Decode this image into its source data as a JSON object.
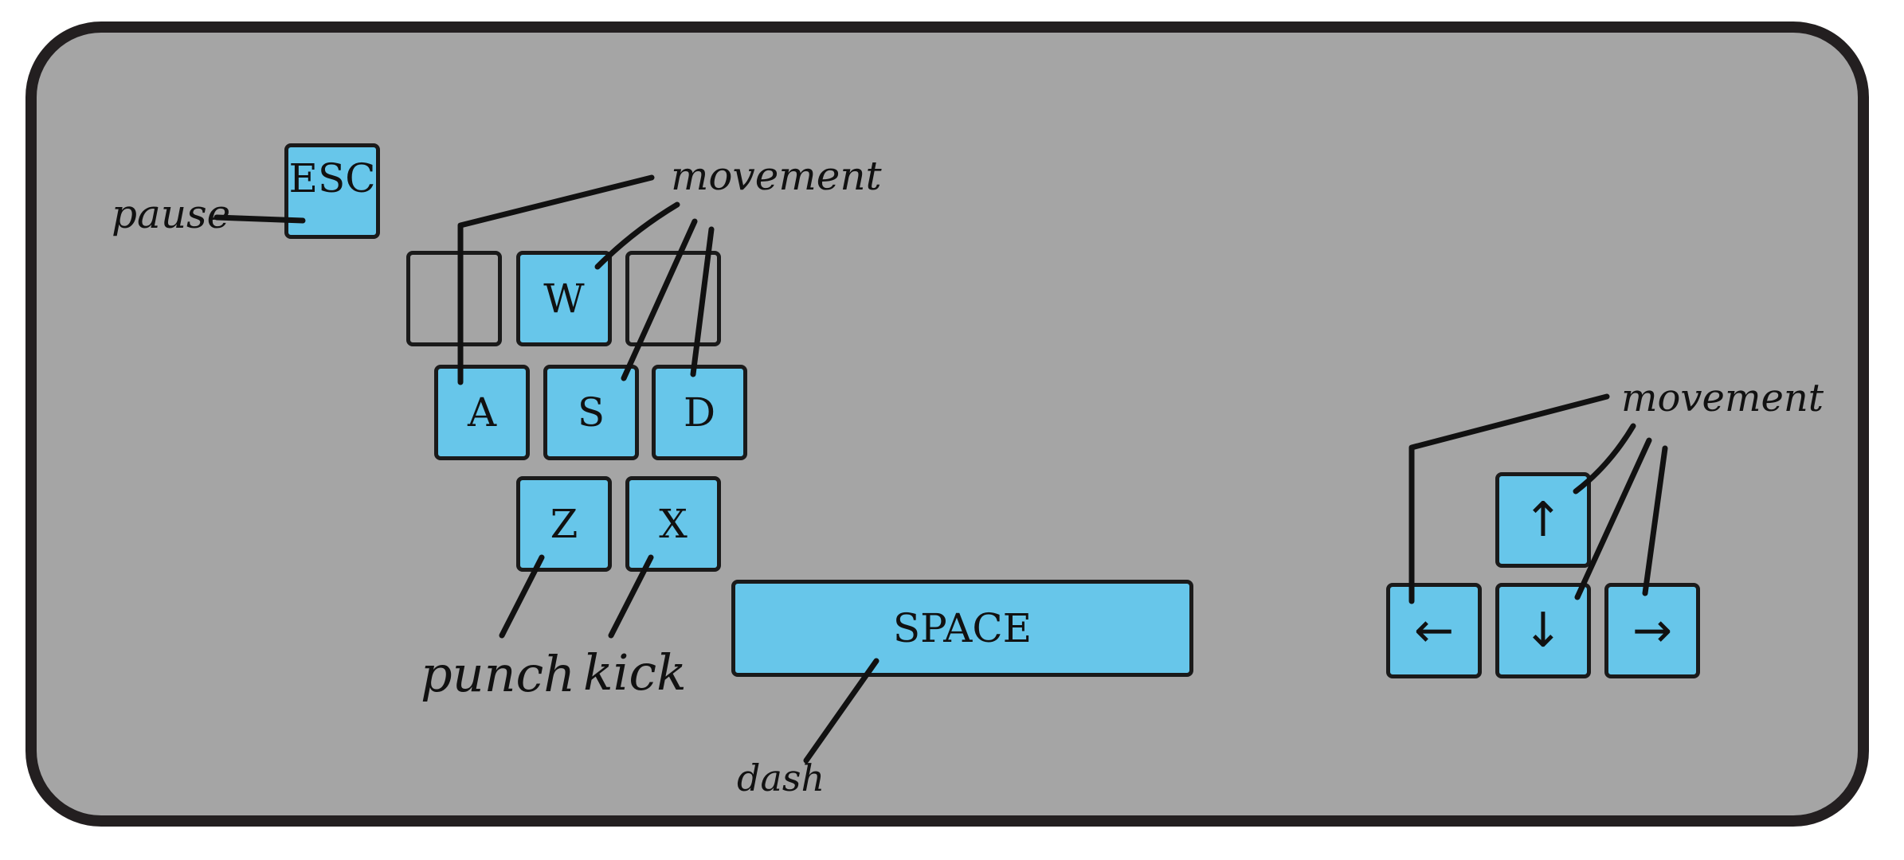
{
  "keys": {
    "esc": "ESC",
    "w": "W",
    "a": "A",
    "s": "S",
    "d": "D",
    "z": "Z",
    "x": "X",
    "space": "SPACE",
    "up": "↑",
    "left": "←",
    "down": "↓",
    "right": "→"
  },
  "labels": {
    "pause": "pause",
    "movement_wasd": "movement",
    "movement_arrows": "movement",
    "punch": "punch",
    "kick": "kick",
    "dash": "dash"
  },
  "colors": {
    "panel": "#a5a5a5",
    "key_fill": "#67c6ea",
    "outline": "#1a1a1a"
  }
}
